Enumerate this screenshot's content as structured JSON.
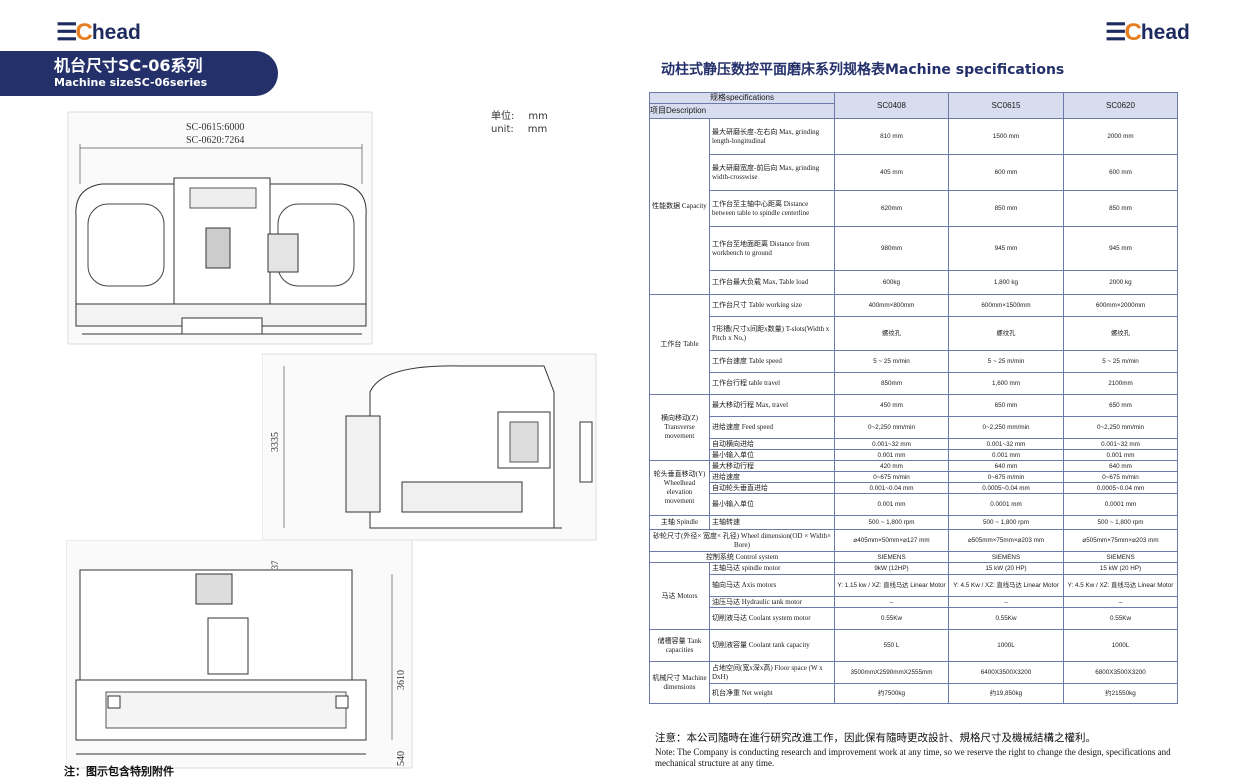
{
  "brand": {
    "logo_text": "head"
  },
  "banner": {
    "title_zh": "机台尺寸SC-06系列",
    "title_en": "Machine sizeSC-06series"
  },
  "unit": {
    "zh_label": "单位:",
    "zh_value": "mm",
    "en_label": "unit:",
    "en_value": "mm"
  },
  "drawing": {
    "front_label_1": "SC-0615:6000",
    "front_label_2": "SC-0620:7264",
    "side_dim_height": "3335",
    "back_dim_top": "537",
    "back_dim_height": "3610",
    "back_dim_bottom": "540"
  },
  "footnote": "注：图示包含特别附件",
  "spec": {
    "title": "动柱式静压数控平面磨床系列规格表Machine specifications",
    "header_top": "规格specifications",
    "header_item": "项目Description",
    "models": [
      "SC0408",
      "SC0615",
      "SC0620"
    ],
    "rows": [
      {
        "label": "最大研磨长度-左右向 Max, grinding length-longitudinal",
        "values": [
          "810 mm",
          "1500 mm",
          "2000 mm"
        ]
      },
      {
        "label": "最大研磨宽度-前后向 Max, grinding width-crosswise",
        "values": [
          "405 mm",
          "600 mm",
          "600 mm"
        ]
      },
      {
        "label": "工作台至主轴中心距离 Distance between table to spindle centerline",
        "values": [
          "620mm",
          "850 mm",
          "850 mm"
        ]
      },
      {
        "label": "工作台至地面距离 Distance from workbench to ground",
        "values": [
          "980mm",
          "945 mm",
          "945 mm"
        ]
      },
      {
        "label": "工作台最大负载 Max, Table load",
        "values": [
          "600kg",
          "1,800 kg",
          "2000 kg"
        ]
      },
      {
        "label": "工作台尺寸 Table working size",
        "values": [
          "400mm×800mm",
          "600mm×1500mm",
          "600mm×2000mm"
        ]
      },
      {
        "label": "T形槽(尺寸x间距x数量) T-slots(Width x Pitch x No,)",
        "values": [
          "螺纹孔",
          "螺纹孔",
          "螺纹孔"
        ]
      },
      {
        "label": "工作台速度 Table speed",
        "values": [
          "5 ~ 25 m/min",
          "5 ~ 25 m/min",
          "5 ~ 25 m/min"
        ]
      },
      {
        "label": "工作台行程 table travel",
        "values": [
          "850mm",
          "1,600 mm",
          "2100mm"
        ]
      },
      {
        "label": "最大移动行程 Max, travel",
        "values": [
          "450 mm",
          "650 mm",
          "650 mm"
        ]
      },
      {
        "label": "进给速度 Feed speed",
        "values": [
          "0~2,250 mm/min",
          "0~2,250 mm/min",
          "0~2,250 mm/min"
        ]
      },
      {
        "label": "自动横向进给",
        "values": [
          "0.001~32 mm",
          "0.001~32 mm",
          "0.001~32 mm"
        ]
      },
      {
        "label": "最小输入单位",
        "values": [
          "0.001 mm",
          "0.001 mm",
          "0.001 mm"
        ]
      },
      {
        "label": "最大移动行程",
        "values": [
          "420 mm",
          "640 mm",
          "640 mm"
        ]
      },
      {
        "label": "进给速度",
        "values": [
          "0~675 m/min",
          "0~675 m/min",
          "0~675 m/min"
        ]
      },
      {
        "label": "自动轮头垂直进给",
        "values": [
          "0.001~0.04 mm",
          "0.0005~0.04 mm",
          "0.0005~0.04 mm"
        ]
      },
      {
        "label": "最小输入单位",
        "values": [
          "0.001 mm",
          "0.0001 mm",
          "0.0001 mm"
        ]
      },
      {
        "label": "主轴转速",
        "values": [
          "500 ~ 1,800 rpm",
          "500 ~ 1,800 rpm",
          "500 ~ 1,800 rpm"
        ]
      },
      {
        "label": "砂轮尺寸(外径× 宽度× 孔径) Wheel dimension(OD × Width× Bore)",
        "values": [
          "⌀405mm×50mm×⌀127 mm",
          "⌀505mm×75mm×⌀203 mm",
          "⌀505mm×75mm×⌀203 mm"
        ]
      },
      {
        "label": "控制系统 Control system",
        "values": [
          "SIEMENS",
          "SIEMENS",
          "SIEMENS"
        ]
      },
      {
        "label": "主轴马达 spindle motor",
        "values": [
          "9kW (12HP)",
          "15 kW (20 HP)",
          "15 kW (20 HP)"
        ]
      },
      {
        "label": "轴向马达 Axis motors",
        "values": [
          "Y: 1.15 kw / XZ: 直线马达 Linear Motor",
          "Y: 4.5 Kw / XZ: 直线马达 Linear Motor",
          "Y: 4.5 Kw / XZ: 直线马达 Linear Motor"
        ]
      },
      {
        "label": "油压马达 Hydraulic tank motor",
        "values": [
          "–",
          "–",
          "–"
        ]
      },
      {
        "label": "切削液马达 Coolant system motor",
        "values": [
          "0.55Kw",
          "0.55Kw",
          "0.55Kw"
        ]
      },
      {
        "label": "切削液容量 Coolant tank capacity",
        "values": [
          "550 L",
          "1000L",
          "1000L"
        ]
      },
      {
        "label": "占地空间(宽x深x高) Floor space (W x DxH)",
        "values": [
          "3500mmX2590mmX2555mm",
          "6400X3500X3200",
          "6800X3500X3200"
        ]
      },
      {
        "label": "机台净重 Net weight",
        "values": [
          "约7500kg",
          "约19,850kg",
          "约21550kg"
        ]
      }
    ],
    "groups": {
      "capacity": "性能数据 Capacity",
      "table": "工作台 Table",
      "transverse": "横向移动(Z) Transverse movement",
      "wheelhead": "轮头垂直移动(Y) Wheelhead elevation movement",
      "spindle": "主轴 Spindle",
      "motors": "马达 Motors",
      "tank": "储槽容量 Tank capacities",
      "dimensions": "机械尺寸 Machine dimensions"
    }
  },
  "notes": {
    "zh": "注意：本公司隨時在進行研究改進工作，因此保有隨時更改設計、規格尺寸及機械結構之權利。",
    "en": "Note: The Company is conducting research and improvement work at any time, so we reserve the right to change the design, specifications and mechanical structure at any time."
  }
}
